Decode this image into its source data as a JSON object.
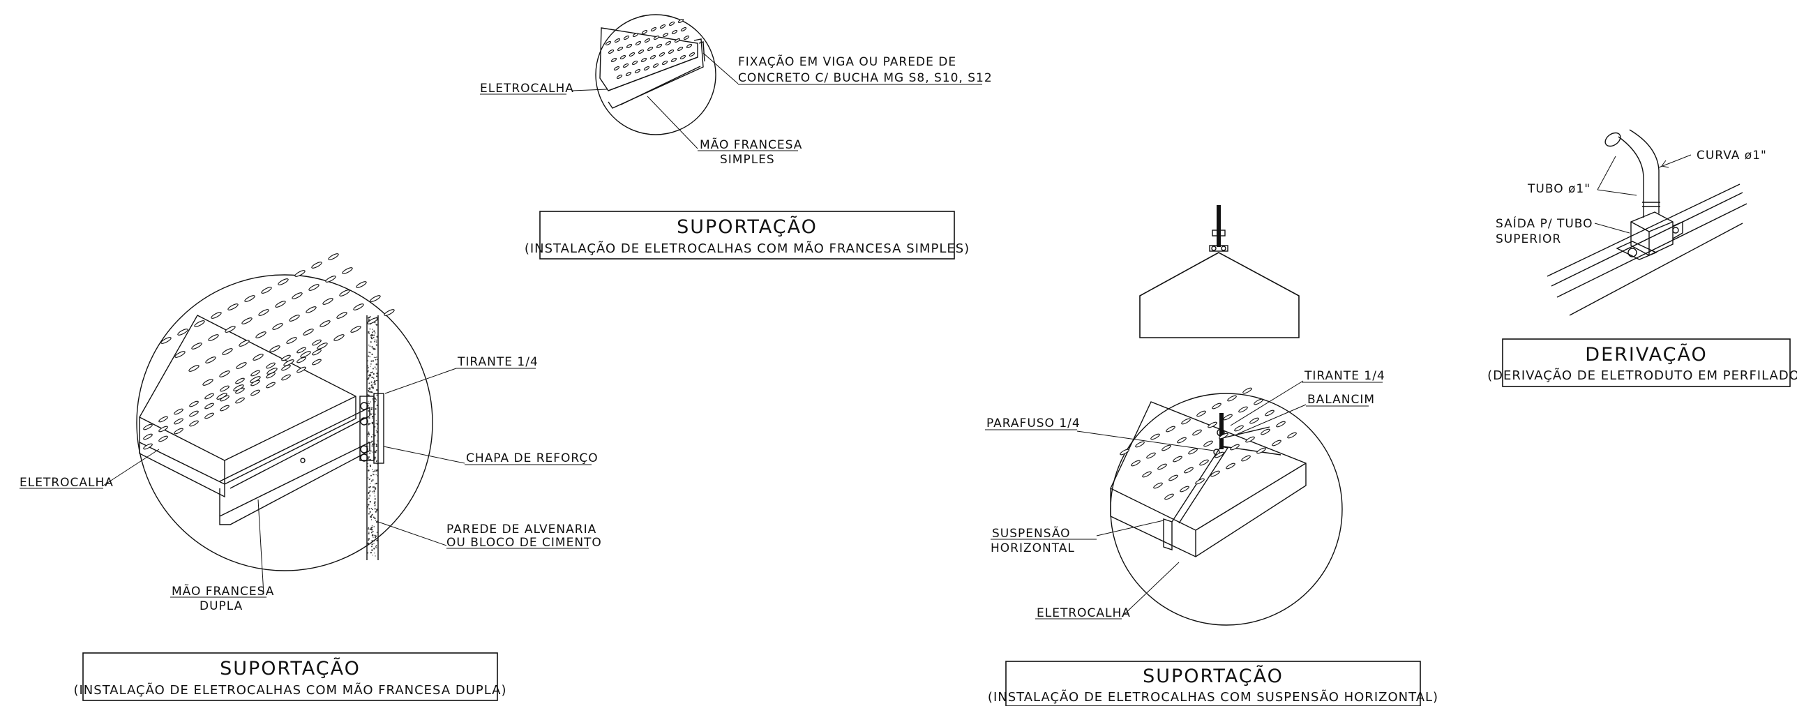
{
  "detail_simples": {
    "label_eletrocalha": "ELETROCALHA",
    "label_fixacao_1": "FIXAÇÃO EM VIGA OU PAREDE DE",
    "label_fixacao_2": "CONCRETO C/ BUCHA MG S8, S10, S12",
    "label_mao_1": "MÃO FRANCESA",
    "label_mao_2": "SIMPLES",
    "title": "SUPORTAÇÃO",
    "subtitle": "(INSTALAÇÃO DE ELETROCALHAS COM MÃO FRANCESA SIMPLES)"
  },
  "detail_dupla": {
    "label_tirante": "TIRANTE 1/4",
    "label_chapa": "CHAPA DE REFORÇO",
    "label_parede_1": "PAREDE DE ALVENARIA",
    "label_parede_2": "OU BLOCO DE CIMENTO",
    "label_eletrocalha": "ELETROCALHA",
    "label_mao_1": "MÃO FRANCESA",
    "label_mao_2": "DUPLA",
    "title": "SUPORTAÇÃO",
    "subtitle": "(INSTALAÇÃO DE ELETROCALHAS COM MÃO FRANCESA DUPLA)"
  },
  "detail_horizontal": {
    "label_tirante": "TIRANTE 1/4",
    "label_balancim": "BALANCIM",
    "label_parafuso": "PARAFUSO 1/4",
    "label_suspensao_1": "SUSPENSÃO",
    "label_suspensao_2": "HORIZONTAL",
    "label_eletrocalha": "ELETROCALHA",
    "title": "SUPORTAÇÃO",
    "subtitle": "(INSTALAÇÃO DE ELETROCALHAS COM SUSPENSÃO HORIZONTAL)"
  },
  "detail_derivacao": {
    "label_curva": "CURVA   ø1\"",
    "label_tubo": "TUBO   ø1\"",
    "label_saida_1": "SAÍDA P/  TUBO",
    "label_saida_2": "SUPERIOR",
    "title": "DERIVAÇÃO",
    "subtitle": "(DERIVAÇÃO DE ELETRODUTO EM PERFILADO)"
  }
}
